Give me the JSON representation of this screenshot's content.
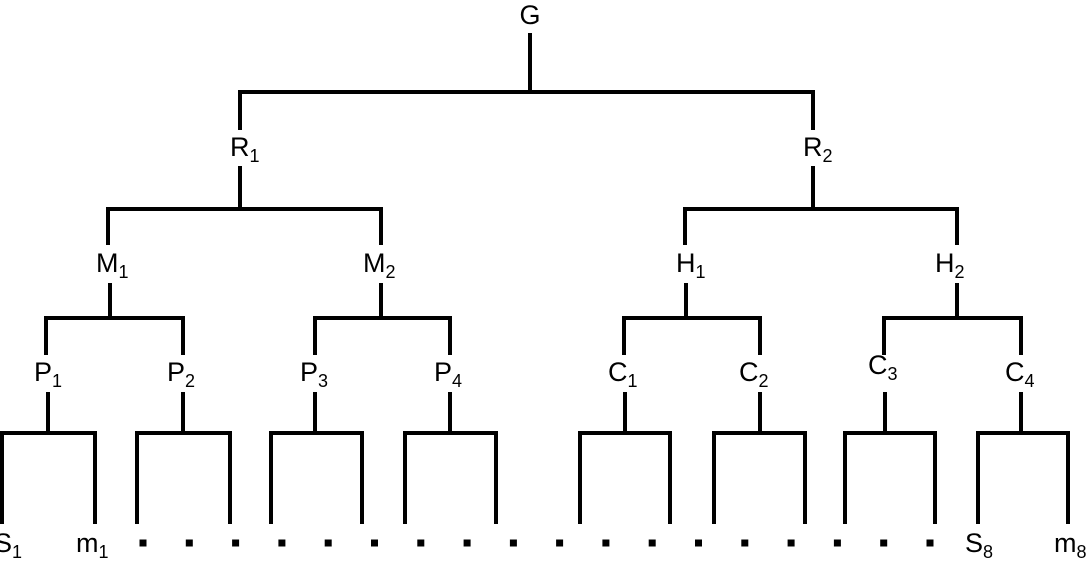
{
  "nodes": {
    "root": {
      "base": "G",
      "sub": ""
    },
    "r1": {
      "base": "R",
      "sub": "1"
    },
    "r2": {
      "base": "R",
      "sub": "2"
    },
    "m1": {
      "base": "M",
      "sub": "1"
    },
    "m2": {
      "base": "M",
      "sub": "2"
    },
    "h1": {
      "base": "H",
      "sub": "1"
    },
    "h2": {
      "base": "H",
      "sub": "2"
    },
    "p1": {
      "base": "P",
      "sub": "1"
    },
    "p2": {
      "base": "P",
      "sub": "2"
    },
    "p3": {
      "base": "P",
      "sub": "3"
    },
    "p4": {
      "base": "P",
      "sub": "4"
    },
    "c1": {
      "base": "C",
      "sub": "1"
    },
    "c2": {
      "base": "C",
      "sub": "2"
    },
    "c3": {
      "base": "C",
      "sub": "3"
    },
    "c4": {
      "base": "C",
      "sub": "4"
    }
  },
  "leaves": {
    "s1": {
      "base": "S",
      "sub": "1"
    },
    "m1": {
      "base": "m",
      "sub": "1"
    },
    "s8": {
      "base": "S",
      "sub": "8"
    },
    "m8": {
      "base": "m",
      "sub": "8"
    }
  },
  "ellipsis_dot_count": 18
}
